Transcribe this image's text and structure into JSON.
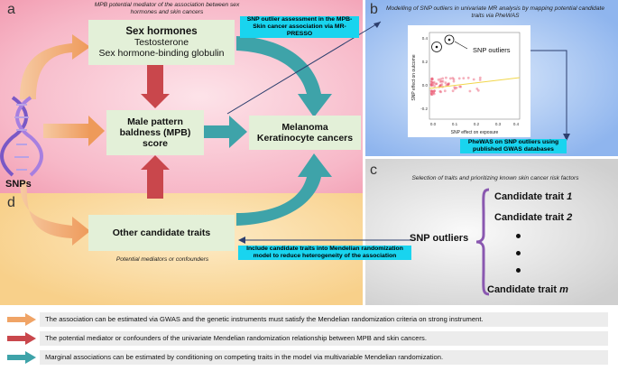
{
  "panels": {
    "a": {
      "letter": "a",
      "caption": "MPB potential mediator of the association between sex hormones and skin cancers"
    },
    "b": {
      "letter": "b",
      "title": "Modelling of SNP outliers in univariate MR analysis by mapping potential candidate traits via PheWAS"
    },
    "c": {
      "letter": "c",
      "title": "Selection of traits and prioritizing known skin cancer risk factors"
    },
    "d": {
      "letter": "d",
      "caption": "Potential mediators or confounders"
    }
  },
  "snps_label": "SNPs",
  "boxes": {
    "sex_hormones": {
      "title": "Sex hormones",
      "line1": "Testosterone",
      "line2": "Sex hormone-binding globulin"
    },
    "mpb": {
      "line1": "Male pattern",
      "line2": "baldness (MPB)",
      "line3": "score"
    },
    "cancer": {
      "line1": "Melanoma",
      "line2": "Keratinocyte cancers"
    },
    "other": {
      "title": "Other candidate traits"
    }
  },
  "annotations": {
    "mr_presso": "SNP outlier assessment in the MPB-Skin cancer association via MR-PRESSO",
    "phewas": "PheWAS on SNP outliers using published GWAS databases",
    "include": "Include candidate traits into Mendelian randomization model to reduce heterogeneity of the association"
  },
  "scatter": {
    "ylabel": "SNP effect on outcome",
    "xlabel": "SNP effect on exposure",
    "outlier_label": "SNP outliers",
    "y_ticks": [
      "0.4",
      "0.2",
      "0.0",
      "-0.2"
    ],
    "x_ticks": [
      "0.0",
      "0.1",
      "0.2",
      "0.3",
      "0.4"
    ],
    "trend_color": "#f1d64a",
    "point_color": "#e8506a"
  },
  "panel_c": {
    "outlier_label": "SNP outliers",
    "traits": [
      {
        "name": "Candidate trait ",
        "index": "1"
      },
      {
        "name": "Candidate trait ",
        "index": "2"
      },
      {
        "name": "Candidate trait ",
        "index": "m"
      }
    ]
  },
  "legend": [
    {
      "color": "#f0a466",
      "text": "The association can be estimated via GWAS and the genetic instruments must satisfy the Mendelian randomization criteria on strong instrument."
    },
    {
      "color": "#c9474c",
      "text": "The potential mediator or confounders of the univariate Mendelian randomization relationship between MPB and skin cancers."
    },
    {
      "color": "#3ea3a9",
      "text": "Marginal associations can be estimated by conditioning on competing traits in the model via multivariable Mendelian randomization."
    }
  ],
  "colors": {
    "panel_a": "#f7b8c8",
    "panel_b": "#8fb5ee",
    "panel_c": "#d2d2d2",
    "panel_d": "#f8d08a",
    "box": "#e3f0d8",
    "cyan": "#19d4ef",
    "bracket": "#8a58b0"
  }
}
